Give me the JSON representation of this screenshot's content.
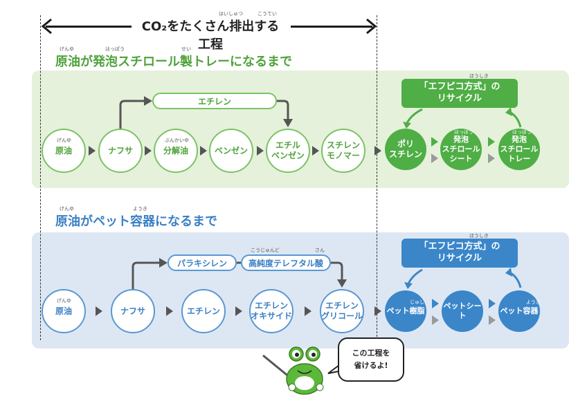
{
  "header": {
    "title": "CO₂をたくさん排出する工程",
    "title_ruby": [
      "はいしゅつ",
      "こうてい"
    ]
  },
  "green": {
    "title": "原油が発泡スチロール製トレーになるまで",
    "title_ruby": [
      "げんゆ",
      "はっぽう",
      "せい"
    ],
    "nodes": [
      {
        "label": "原油",
        "ruby": "げんゆ"
      },
      {
        "label": "ナフサ"
      },
      {
        "label": "分解油",
        "ruby": "ぶんかいゆ"
      },
      {
        "label": "ベンゼン"
      },
      {
        "label": "エチル\nベンゼン"
      },
      {
        "label": "スチレン\nモノマー"
      }
    ],
    "pill": "エチレン",
    "recycle_label": "「エフピコ方式」の\nリサイクル",
    "recycle_ruby": "ほうしき",
    "products": [
      {
        "label": "ポリ\nスチレン"
      },
      {
        "label": "発泡\nスチロール\nシート",
        "ruby": "はっぽう"
      },
      {
        "label": "発泡\nスチロール\nトレー",
        "ruby": "はっぽう"
      }
    ],
    "colors": {
      "accent": "#4fae45",
      "panel": "#e5f1db"
    }
  },
  "blue": {
    "title": "原油がペット容器になるまで",
    "title_ruby": [
      "げんゆ",
      "ようき"
    ],
    "nodes": [
      {
        "label": "原油",
        "ruby": "げんゆ"
      },
      {
        "label": "ナフサ"
      },
      {
        "label": "エチレン"
      },
      {
        "label": "エチレン\nオキサイド"
      },
      {
        "label": "エチレン\nグリコール"
      }
    ],
    "pills": [
      "パラキシレン",
      "高純度テレフタル酸"
    ],
    "pill_ruby": [
      "こうじゅんど",
      "さん"
    ],
    "recycle_label": "「エフピコ方式」の\nリサイクル",
    "recycle_ruby": "ほうしき",
    "products": [
      {
        "label": "ペット樹脂",
        "ruby": "じゅし"
      },
      {
        "label": "ペットシート"
      },
      {
        "label": "ペット容器",
        "ruby": "ようき"
      }
    ],
    "colors": {
      "accent": "#3a86c9",
      "panel": "#dde7f3"
    }
  },
  "mascot": {
    "speech": "この工程を\n省けるよ!",
    "icon": "frog-mascot-icon"
  }
}
